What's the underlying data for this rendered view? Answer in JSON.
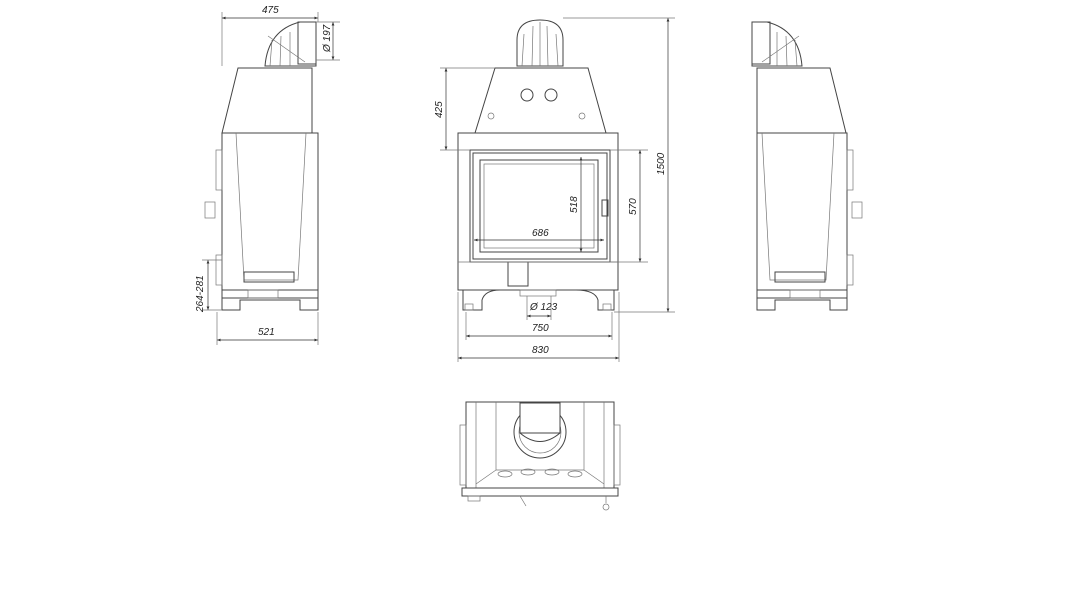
{
  "drawing": {
    "title": "Fireplace insert dimensional drawing",
    "side_view_left": {
      "depth_top": "475",
      "flue_diameter": "Ø 197",
      "inlet_height": "264-281",
      "depth_base": "521"
    },
    "front_view": {
      "hood_height": "425",
      "total_height": "1500",
      "door_height": "570",
      "glass_height": "518",
      "glass_width": "686",
      "air_inlet_diameter": "Ø 123",
      "legs_width": "750",
      "total_width": "830"
    }
  }
}
